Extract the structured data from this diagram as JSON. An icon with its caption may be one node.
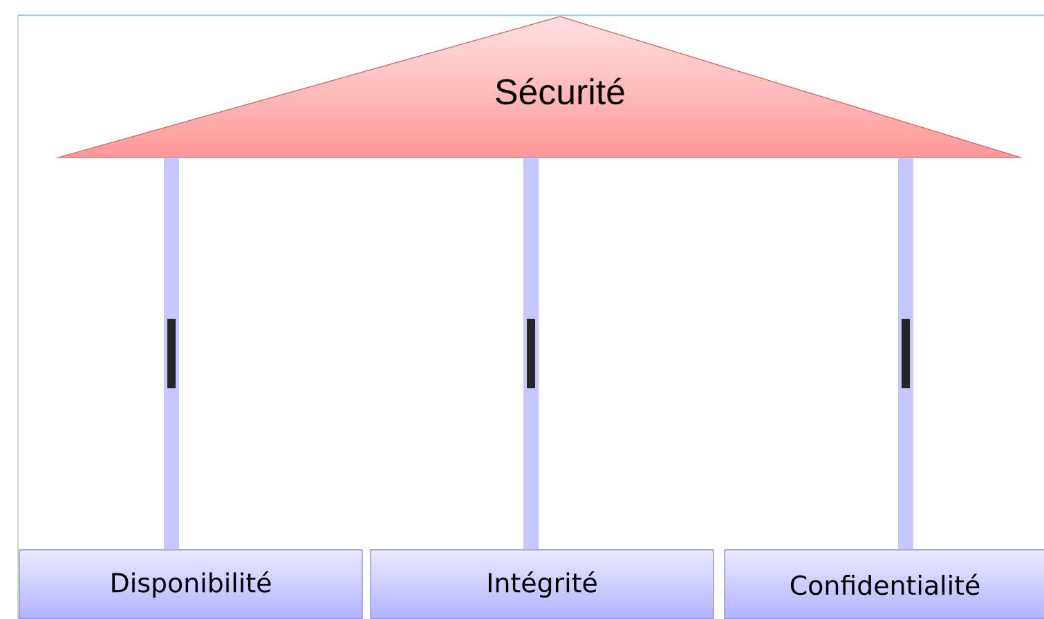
{
  "diagram": {
    "nodes": [
      {
        "text": [
          "Sécurité"
        ]
      },
      {
        "text": [
          "Disponibilité"
        ]
      },
      {
        "text": [
          "Intégrité"
        ]
      },
      {
        "text": [
          "Confidentialité"
        ]
      }
    ],
    "edges": [
      {
        "from": 0,
        "to": 1,
        "arrow": "none"
      },
      {
        "from": 0,
        "to": 2,
        "arrow": "none"
      },
      {
        "from": 0,
        "to": 3,
        "arrow": "none"
      }
    ]
  }
}
